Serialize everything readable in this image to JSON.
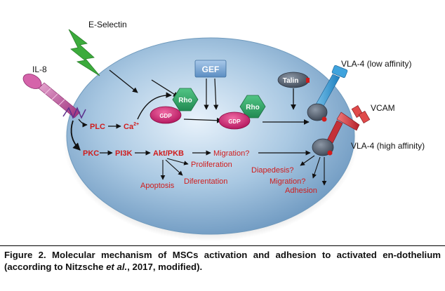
{
  "labels": {
    "e_selectin": "E-Selectin",
    "il8": "IL-8",
    "gef": "GEF",
    "talin": "Talin",
    "vla4_low": "VLA-4 (low affinity)",
    "vcam": "VCAM",
    "vla4_high": "VLA-4 (high affinity)",
    "rho_1": "Rho",
    "rho_2": "Rho",
    "gdp_1": "GDP",
    "gdp_2": "GDP",
    "plc": "PLC",
    "ca": "Ca",
    "ca_sup": "2+",
    "pkc": "PKC",
    "pi3k": "PI3K",
    "akt": "Akt/PKB",
    "migration_q": "Migration?",
    "proliferation": "Proliferation",
    "apoptosis": "Apoptosis",
    "diferentation": "Diferentation",
    "diapedesis": "Diapedesis?",
    "migration2": "Migration?",
    "adhesion": "Adhesion"
  },
  "caption": {
    "part1": "Figure 2. Molecular mechanism of MSCs activation and adhesion to activated en-dothelium (according to Nitzsche ",
    "etal": "et al.",
    "part2": ", 2017, modified)."
  },
  "colors": {
    "cell": "#8fb6d6",
    "rho": "#33a56a",
    "gdp": "#c81a6a",
    "pathway_text": "#d01c1c",
    "gef": "#7ea9d6",
    "talin": "#5b6f86",
    "lightning": "#3cab3c",
    "il8": "#cf5aa8"
  }
}
